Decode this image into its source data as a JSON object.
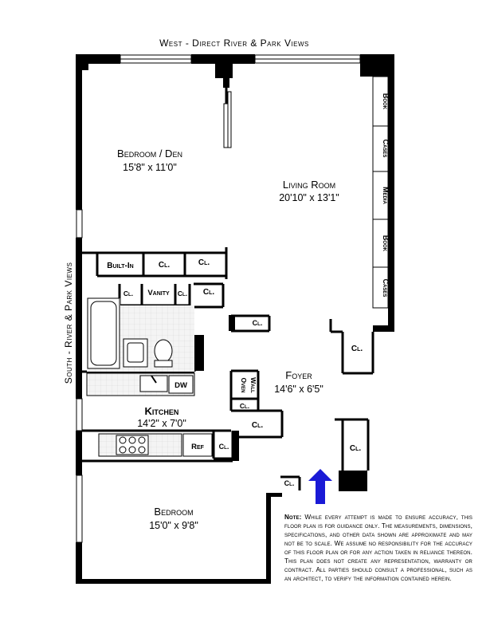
{
  "orientation": {
    "west": "West - Direct River & Park Views",
    "south": "South - River & Park Views"
  },
  "rooms": {
    "bedroom_den": {
      "name": "Bedroom / Den",
      "size": "15'8\" x 11'0\""
    },
    "living_room": {
      "name": "Living Room",
      "size": "20'10\" x 13'1\""
    },
    "foyer": {
      "name": "Foyer",
      "size": "14'6\" x 6'5\""
    },
    "kitchen": {
      "name": "Kitchen",
      "size": "14'2\" x 7'0\""
    },
    "bedroom": {
      "name": "Bedroom",
      "size": "15'0\" x 9'8\""
    }
  },
  "cabinets": [
    "Book",
    "Cases",
    "Media",
    "Book",
    "Cases"
  ],
  "labels": {
    "built_in": "Built-In",
    "closet": "Cl.",
    "vanity": "Vanity",
    "dw": "DW",
    "wall_oven_1": "Wall",
    "wall_oven_2": "Oven",
    "ref": "Ref"
  },
  "note": {
    "heading": "Note:",
    "text": "While every attempt is made to ensure accuracy, this floor plan is for guidance only. The measurements, dimensions, specifications, and other data shown are approximate and may not be to scale. We assume no responsibility for the accuracy of this floor plan or for any action taken in reliance thereon. This plan does not create any representation, warranty or contract. All parties should consult a professional, such as an architect, to verify the information contained herein."
  },
  "colors": {
    "wall": "#000000",
    "entry_arrow": "#1a1ad6",
    "floor_grid": "#e8e8e8"
  }
}
